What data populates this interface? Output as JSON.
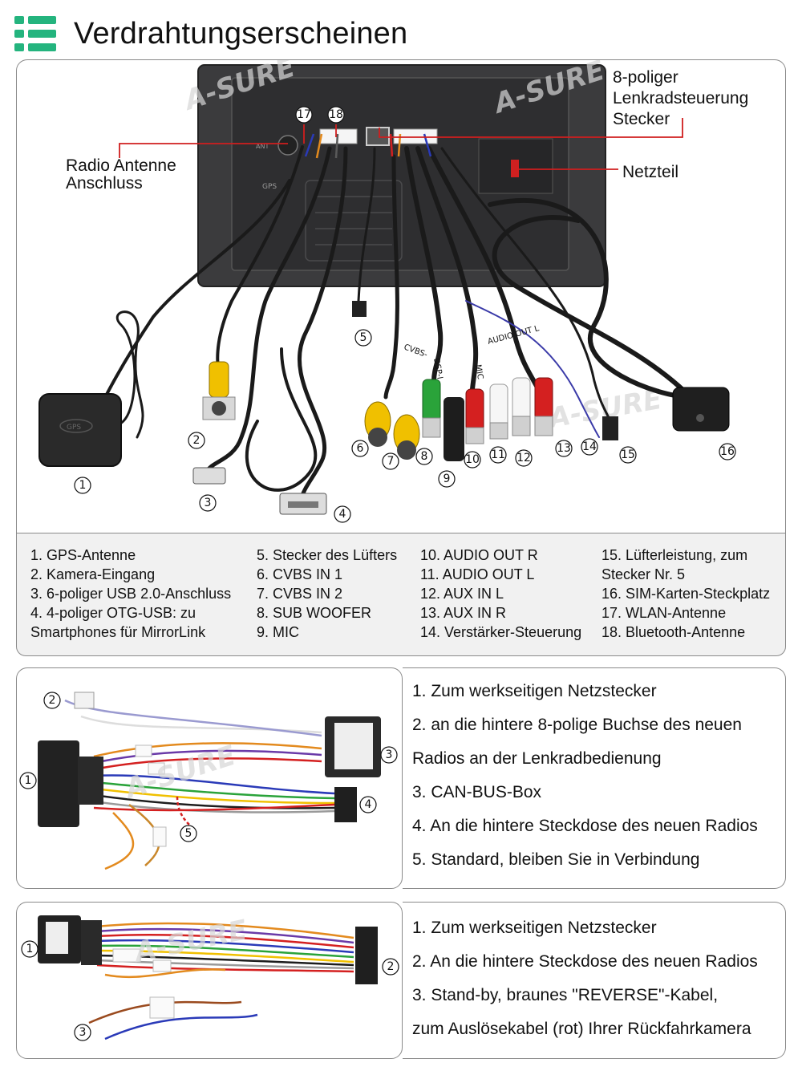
{
  "title": "Verdrahtungserscheinen",
  "icons": {
    "header": "list-icon",
    "brand_color": "#24b47e"
  },
  "diagram1": {
    "callouts": {
      "radio_antenna": [
        "Radio Antenne",
        "Anschluss"
      ],
      "steering": [
        "8-poliger",
        "Lenkradsteuerung",
        "Stecker"
      ],
      "power": "Netzteil"
    },
    "numbers": [
      "1",
      "2",
      "3",
      "4",
      "5",
      "6",
      "7",
      "8",
      "9",
      "10",
      "11",
      "12",
      "13",
      "14",
      "15",
      "16",
      "17",
      "18"
    ],
    "connector_labels": {
      "cvbs": "CVBS-",
      "mic": "MIC",
      "audio": "AUDIO OUT L",
      "dsp": "DSP-I"
    },
    "device_labels": {
      "gps": "GPS",
      "ant": "ANT"
    },
    "watermark": "A-SURE"
  },
  "legend": {
    "col1": [
      "1. GPS-Antenne",
      "2. Kamera-Eingang",
      "3. 6-poliger USB 2.0-Anschluss",
      "4. 4-poliger OTG-USB: zu",
      "Smartphones für MirrorLink"
    ],
    "col2": [
      "5. Stecker des Lüfters",
      "6. CVBS IN 1",
      "7. CVBS IN 2",
      "8. SUB WOOFER",
      "9. MIC"
    ],
    "col3": [
      "10. AUDIO OUT R",
      "11. AUDIO OUT L",
      "12. AUX IN L",
      "13. AUX IN R",
      "14. Verstärker-Steuerung"
    ],
    "col4": [
      "15. Lüfterleistung, zum",
      "Stecker Nr. 5",
      "16. SIM-Karten-Steckplatz",
      "17. WLAN-Antenne",
      "18. Bluetooth-Antenne"
    ]
  },
  "harness1": {
    "numbers": [
      "1",
      "2",
      "3",
      "4",
      "5"
    ],
    "instructions": [
      "1. Zum werkseitigen Netzstecker",
      "2. an die hintere 8-polige Buchse des neuen",
      "Radios an der Lenkradbedienung",
      "3. CAN-BUS-Box",
      "4. An die hintere Steckdose des neuen Radios",
      "5. Standard, bleiben Sie in Verbindung"
    ]
  },
  "harness2": {
    "numbers": [
      "1",
      "2",
      "3"
    ],
    "instructions": [
      "1. Zum werkseitigen Netzstecker",
      "2. An die hintere Steckdose des neuen Radios",
      "3. Stand-by, braunes \"REVERSE\"-Kabel,",
      "zum Auslösekabel (rot) Ihrer Rückfahrkamera"
    ]
  }
}
